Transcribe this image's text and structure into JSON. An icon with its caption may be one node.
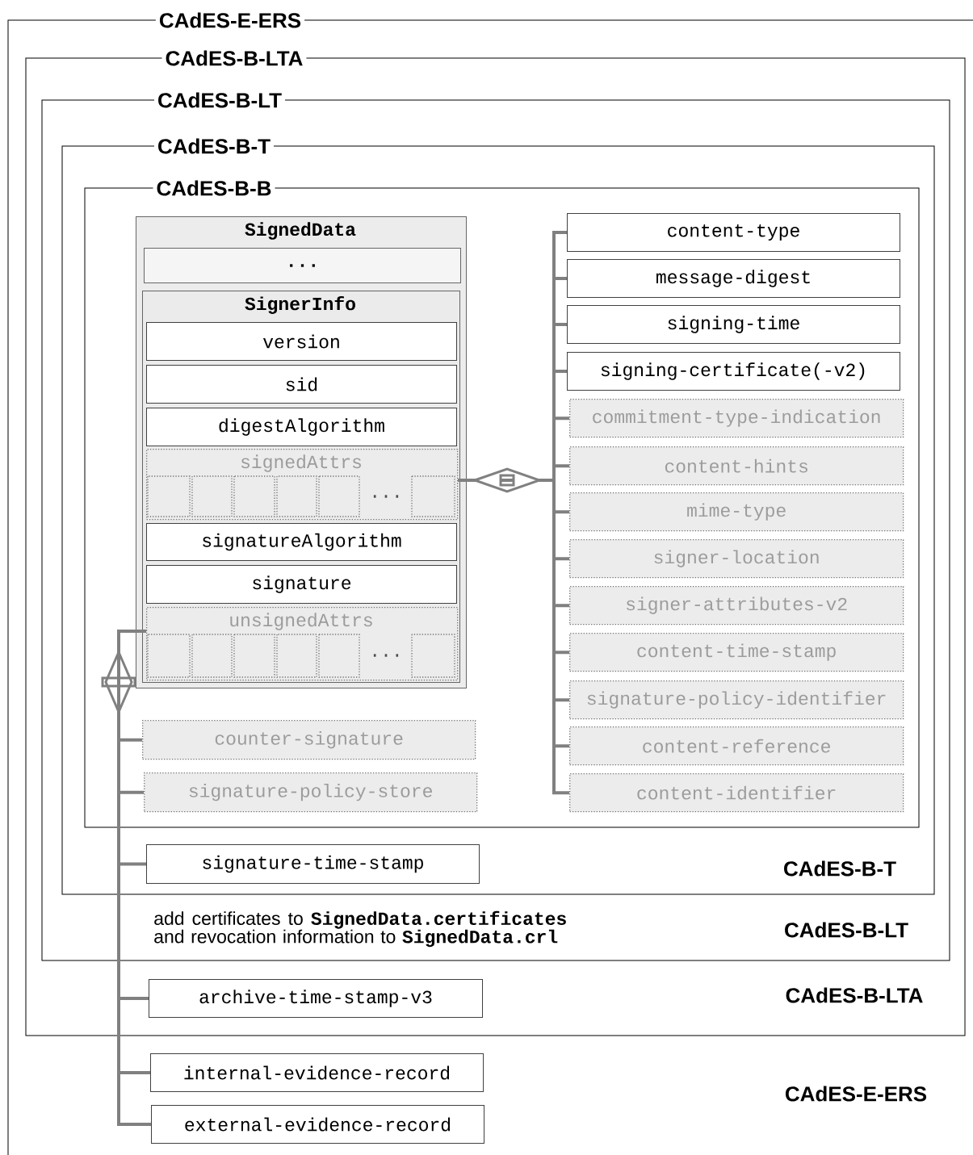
{
  "diagram": {
    "nodes": [
      {
        "text": [
          "CAdES-E-ERS",
          "CAdES-E-ERS"
        ]
      },
      {
        "text": [
          "CAdES-B-LTA",
          "CAdES-B-LTA"
        ],
        "in": 0
      },
      {
        "text": [
          "CAdES-B-LT",
          "add certificates to **SignedData.certificates** and revocation information to **SignedData.crl**",
          "CAdES-B-LT"
        ],
        "in": 1
      },
      {
        "text": [
          "CAdES-B-T",
          "CAdES-B-T"
        ],
        "in": 2
      },
      {
        "text": [
          "CAdES-B-B"
        ],
        "in": 3
      },
      {
        "text": [
          "SignedData"
        ],
        "in": 4
      },
      {
        "text": [
          "..."
        ],
        "in": 5
      },
      {
        "text": [
          "SignerInfo"
        ],
        "in": 5
      },
      {
        "text": [
          "version"
        ],
        "in": 7
      },
      {
        "text": [
          "sid"
        ],
        "in": 7
      },
      {
        "text": [
          "digestAlgorithm"
        ],
        "in": 7
      },
      {
        "text": [
          "signedAttrs",
          "..."
        ],
        "in": 7
      },
      {
        "text": [
          "signatureAlgorithm"
        ],
        "in": 7
      },
      {
        "text": [
          "signature"
        ],
        "in": 7
      },
      {
        "text": [
          "unsignedAttrs",
          "..."
        ],
        "in": 7
      },
      {
        "text": [
          "content-type"
        ],
        "in": 4
      },
      {
        "text": [
          "message-digest"
        ],
        "in": 4
      },
      {
        "text": [
          "signing-time"
        ],
        "in": 4
      },
      {
        "text": [
          "signing-certificate(-v2)"
        ],
        "in": 4
      },
      {
        "text": [
          "commitment-type-indication"
        ],
        "in": 4
      },
      {
        "text": [
          "content-hints"
        ],
        "in": 4
      },
      {
        "text": [
          "mime-type"
        ],
        "in": 4
      },
      {
        "text": [
          "signer-location"
        ],
        "in": 4
      },
      {
        "text": [
          "signer-attributes-v2"
        ],
        "in": 4
      },
      {
        "text": [
          "content-time-stamp"
        ],
        "in": 4
      },
      {
        "text": [
          "signature-policy-identifier"
        ],
        "in": 4
      },
      {
        "text": [
          "content-reference"
        ],
        "in": 4
      },
      {
        "text": [
          "content-identifier"
        ],
        "in": 4
      },
      {
        "text": [
          "counter-signature"
        ],
        "in": 4
      },
      {
        "text": [
          "signature-policy-store"
        ],
        "in": 4
      },
      {
        "text": [
          "signature-time-stamp"
        ],
        "in": 3
      },
      {
        "text": [
          "archive-time-stamp-v3"
        ],
        "in": 1
      },
      {
        "text": [
          "internal-evidence-record"
        ],
        "in": 0
      },
      {
        "text": [
          "external-evidence-record"
        ],
        "in": 0
      }
    ],
    "edges": [
      {
        "from": 11,
        "to": 15,
        "arrow": "none"
      },
      {
        "from": 11,
        "to": 16,
        "arrow": "none"
      },
      {
        "from": 11,
        "to": 17,
        "arrow": "none"
      },
      {
        "from": 11,
        "to": 18,
        "arrow": "none"
      },
      {
        "from": 11,
        "to": 19,
        "arrow": "none"
      },
      {
        "from": 11,
        "to": 20,
        "arrow": "none"
      },
      {
        "from": 11,
        "to": 21,
        "arrow": "none"
      },
      {
        "from": 11,
        "to": 22,
        "arrow": "none"
      },
      {
        "from": 11,
        "to": 23,
        "arrow": "none"
      },
      {
        "from": 11,
        "to": 24,
        "arrow": "none"
      },
      {
        "from": 11,
        "to": 25,
        "arrow": "none"
      },
      {
        "from": 11,
        "to": 26,
        "arrow": "none"
      },
      {
        "from": 11,
        "to": 27,
        "arrow": "none"
      },
      {
        "from": 14,
        "to": 28,
        "arrow": "none"
      },
      {
        "from": 14,
        "to": 29,
        "arrow": "none"
      },
      {
        "from": 14,
        "to": 30,
        "arrow": "none"
      },
      {
        "from": 14,
        "to": 31,
        "arrow": "none"
      },
      {
        "from": 14,
        "to": 32,
        "arrow": "none"
      },
      {
        "from": 14,
        "to": 33,
        "arrow": "none"
      }
    ]
  }
}
